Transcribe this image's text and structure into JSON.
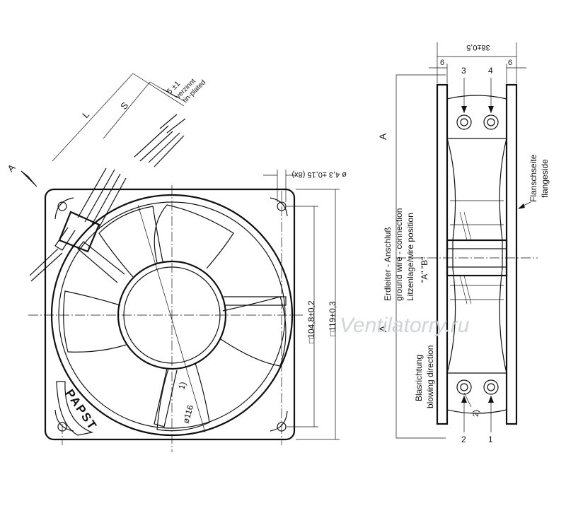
{
  "cable": {
    "length_label": "L",
    "strip_label": "S",
    "tinned_length": "6 ±1",
    "tinned_de": "verzinnt",
    "tinned_en": "tin-plated"
  },
  "view_markers": {
    "view_a_left": "A",
    "view_a_right": "A"
  },
  "front_view": {
    "brand_logo": "PAPST",
    "hole_dim": "ø 4,3 ±0,15 (8x)",
    "diameter_dim": "ø116",
    "diameter_note": "1)",
    "dim_hole_spacing": "□104,8±0,2",
    "dim_frame": "□119±0,3"
  },
  "side_view": {
    "depth_dim": "38±0,5",
    "flange_left_dim": "6",
    "flange_right_dim": "6",
    "marker_3": "3",
    "marker_4": "4",
    "marker_2": "2",
    "marker_1": "1",
    "note_2": "2)",
    "flange_de": "Flanschseite",
    "flange_en": "flangeside",
    "ground_de": "Erdleiter - Anschluß",
    "ground_en": "ground wire - connection",
    "wire_pos_de": "Litzenlage/wire position",
    "wire_pos_ab": "\"A\"   \"B\"",
    "blow_de": "Blasrichtung",
    "blow_en": "blowing direction"
  },
  "watermark": "Ventilatorry.ru"
}
